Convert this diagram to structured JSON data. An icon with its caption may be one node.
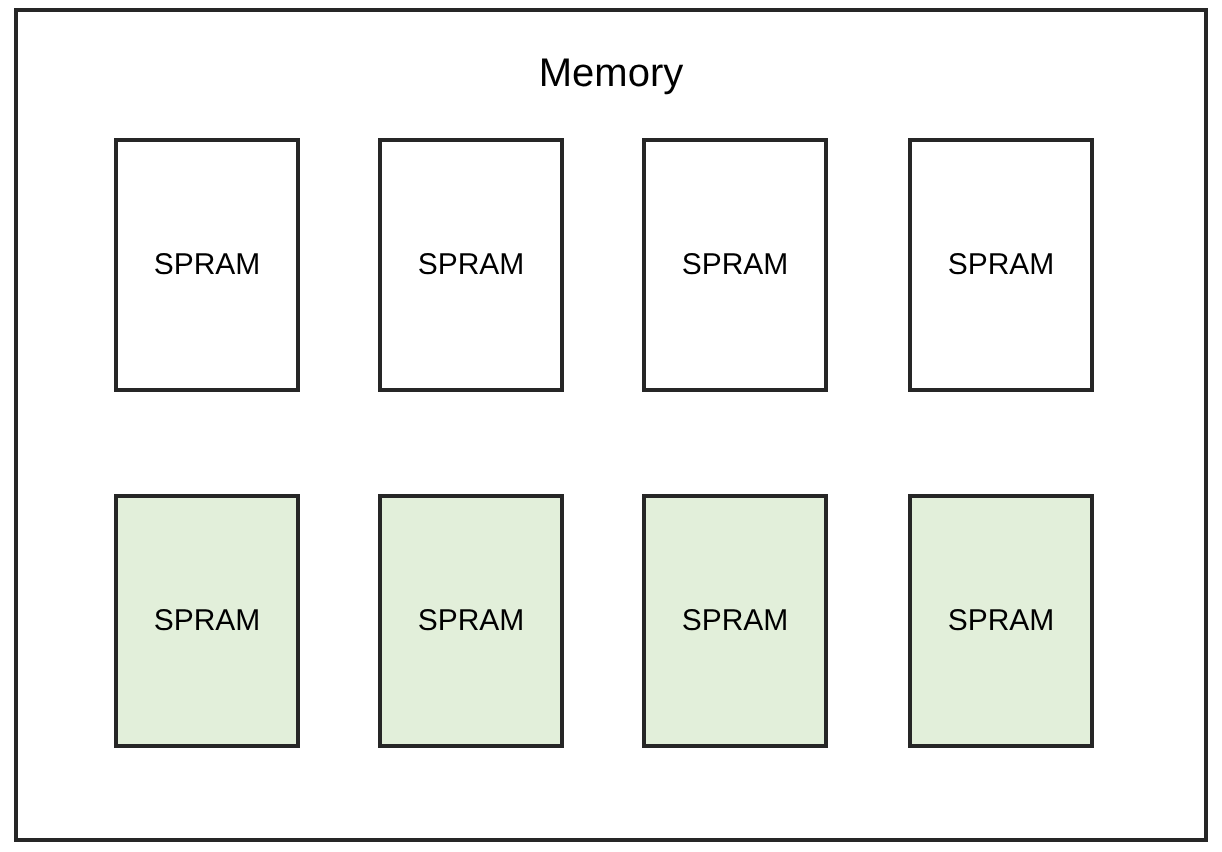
{
  "diagram": {
    "nodes": [
      {
        "text": [
          "Memory"
        ]
      },
      {
        "text": [
          "SPRAM"
        ],
        "in": 0
      },
      {
        "text": [
          "SPRAM"
        ],
        "in": 0
      },
      {
        "text": [
          "SPRAM"
        ],
        "in": 0
      },
      {
        "text": [
          "SPRAM"
        ],
        "in": 0
      },
      {
        "text": [
          "SPRAM"
        ],
        "in": 0
      },
      {
        "text": [
          "SPRAM"
        ],
        "in": 0
      },
      {
        "text": [
          "SPRAM"
        ],
        "in": 0
      },
      {
        "text": [
          "SPRAM"
        ],
        "in": 0
      }
    ]
  }
}
